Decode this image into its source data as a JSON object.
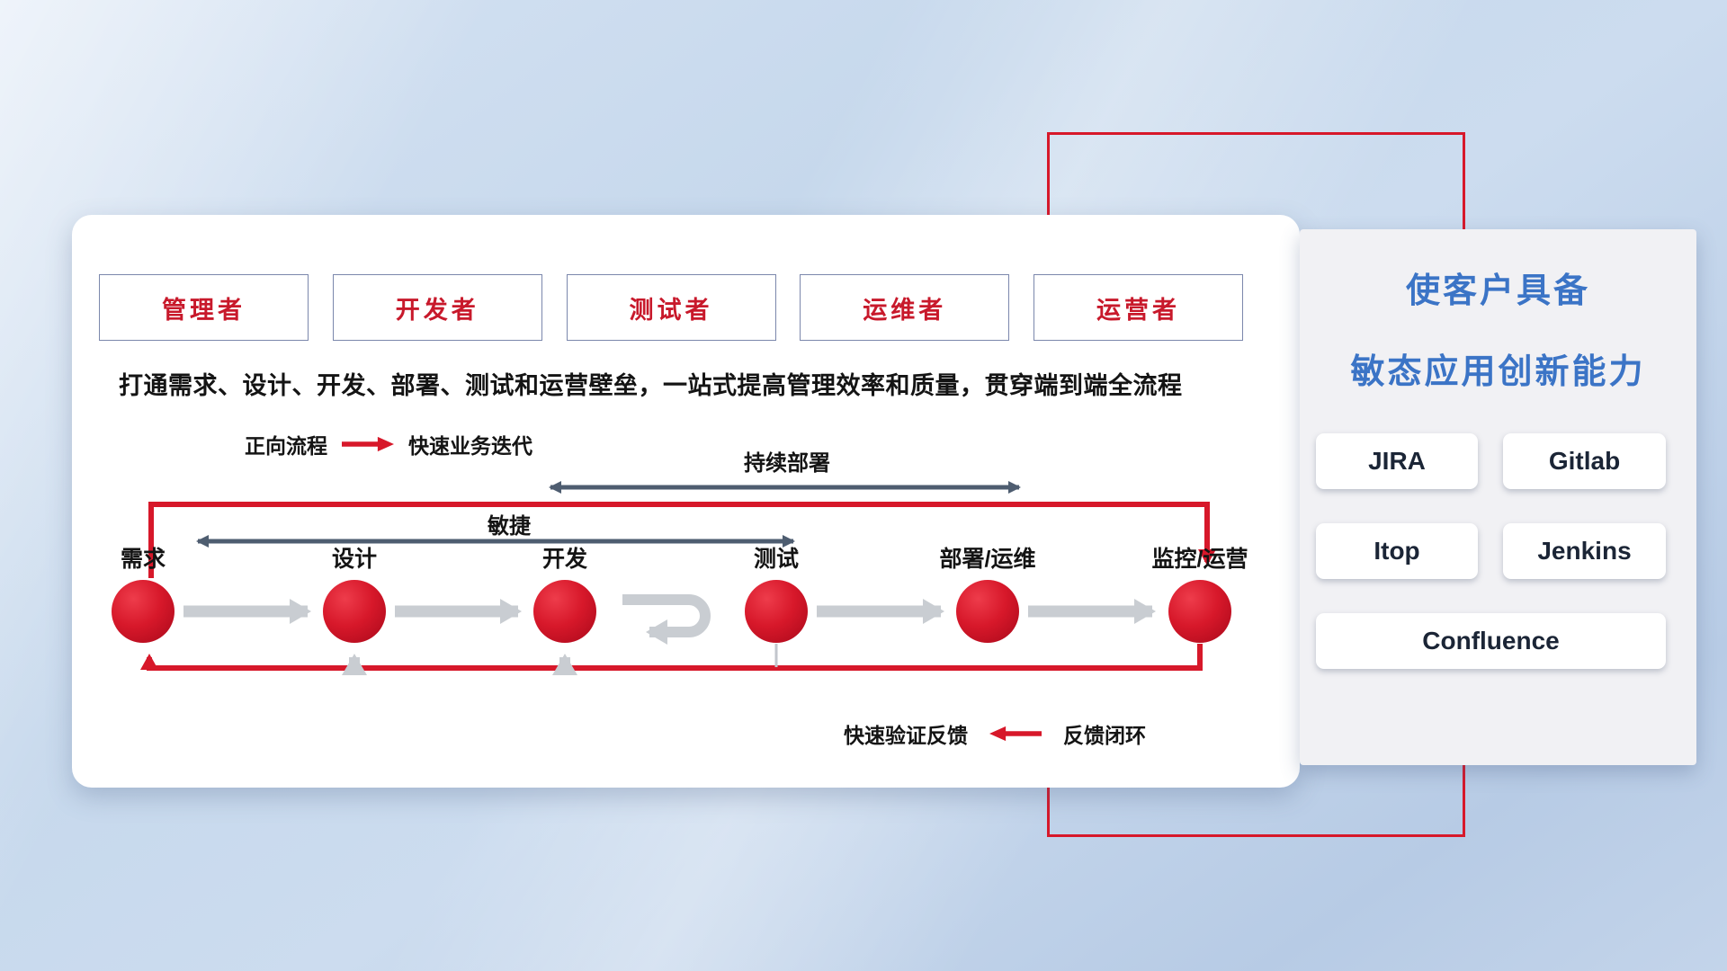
{
  "roles": [
    {
      "label": "管理者"
    },
    {
      "label": "开发者"
    },
    {
      "label": "测试者"
    },
    {
      "label": "运维者"
    },
    {
      "label": "运营者"
    }
  ],
  "description": "打通需求、设计、开发、部署、测试和运营壁垒，一站式提高管理效率和质量，贯穿端到端全流程",
  "legend_forward": {
    "label": "正向流程",
    "value": "快速业务迭代"
  },
  "legend_feedback": {
    "label": "快速验证反馈",
    "value": "反馈闭环"
  },
  "arrows": {
    "continuous_deploy": "持续部署",
    "agile": "敏捷"
  },
  "flow": {
    "nodes": [
      {
        "label": "需求"
      },
      {
        "label": "设计"
      },
      {
        "label": "开发"
      },
      {
        "label": "测试"
      },
      {
        "label": "部署/运维"
      },
      {
        "label": "监控/运营"
      }
    ]
  },
  "right_panel": {
    "title_line1": "使客户具备",
    "title_line2": "敏态应用创新能力",
    "tools": [
      {
        "label": "JIRA"
      },
      {
        "label": "Gitlab"
      },
      {
        "label": "Itop"
      },
      {
        "label": "Jenkins"
      },
      {
        "label": "Confluence"
      }
    ]
  },
  "colors": {
    "accent_red": "#d7182a",
    "slate_arrow": "#4e5d70",
    "gray_arrow": "#c9cdd2",
    "blue_title": "#3b74c6"
  }
}
